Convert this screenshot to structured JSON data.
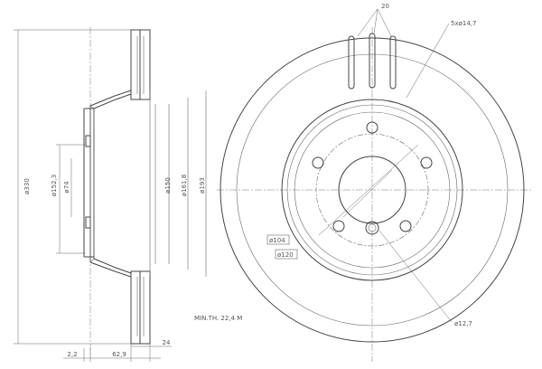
{
  "labels": {
    "outer_diameter": "ø330",
    "hub_diameter_1": "ø152,3",
    "hub_diameter_2": "ø74",
    "hub_diameter_3": "ø150",
    "hub_diameter_4": "ø161,8",
    "hub_diameter_5": "ø193",
    "offset_left": "2,2",
    "total_height": "62,9",
    "thickness": "24",
    "min_thickness": "MIN.TH. 22,4 M",
    "slot_count": "20",
    "bolt_holes": "5xø14,7",
    "pcd": "ø104",
    "pcd_2": "ø120",
    "small_hole": "ø12,7"
  }
}
